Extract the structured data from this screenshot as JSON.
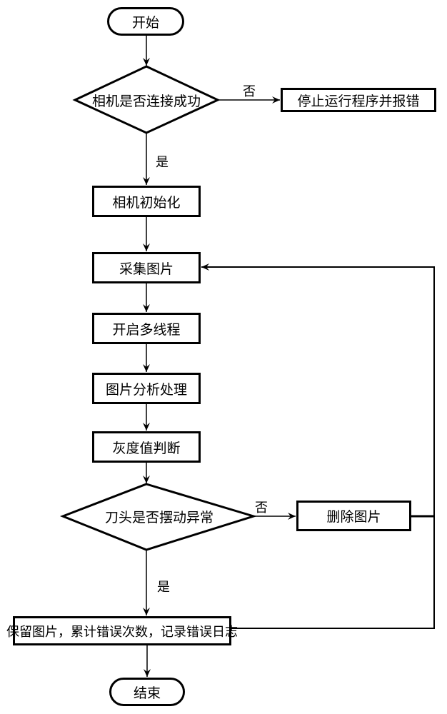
{
  "diagram": {
    "start": "开始",
    "decision_camera": "相机是否连接成功",
    "stop_error": "停止运行程序并报错",
    "camera_init": "相机初始化",
    "collect_image": "采集图片",
    "start_threads": "开启多线程",
    "image_analysis": "图片分析处理",
    "gray_judge": "灰度值判断",
    "decision_blade": "刀头是否摆动异常",
    "delete_image": "删除图片",
    "keep_image": "保留图片，累计错误次数，记录错误日志",
    "end": "结束",
    "labels": {
      "no_1": "否",
      "yes_1": "是",
      "no_2": "否",
      "yes_2": "是"
    }
  }
}
